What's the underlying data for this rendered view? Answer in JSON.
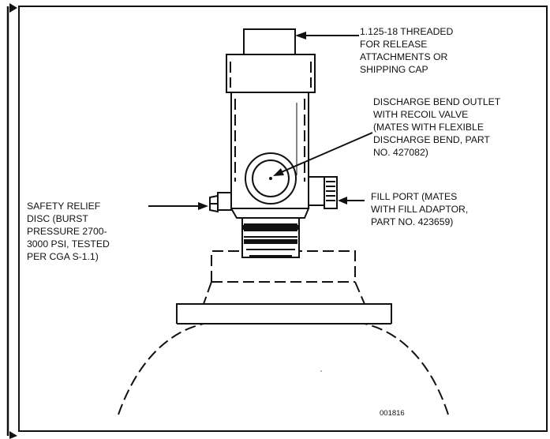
{
  "callouts": {
    "thread": [
      "1.125-18 THREADED",
      "FOR RELEASE",
      "ATTACHMENTS OR",
      "SHIPPING CAP"
    ],
    "discharge": [
      "DISCHARGE BEND OUTLET",
      "WITH RECOIL VALVE",
      "(MATES WITH FLEXIBLE",
      "DISCHARGE BEND, PART",
      "NO. 427082)"
    ],
    "fill_port": [
      "FILL PORT (MATES",
      "WITH FILL ADAPTOR,",
      "PART NO. 423659)"
    ],
    "safety_relief": [
      "SAFETY RELIEF",
      "DISC (BURST",
      "PRESSURE 2700-",
      "3000 PSI, TESTED",
      "PER CGA S-1.1)"
    ]
  },
  "figure_code": "001816",
  "colors": {
    "ink": "#111111",
    "background": "#ffffff"
  }
}
